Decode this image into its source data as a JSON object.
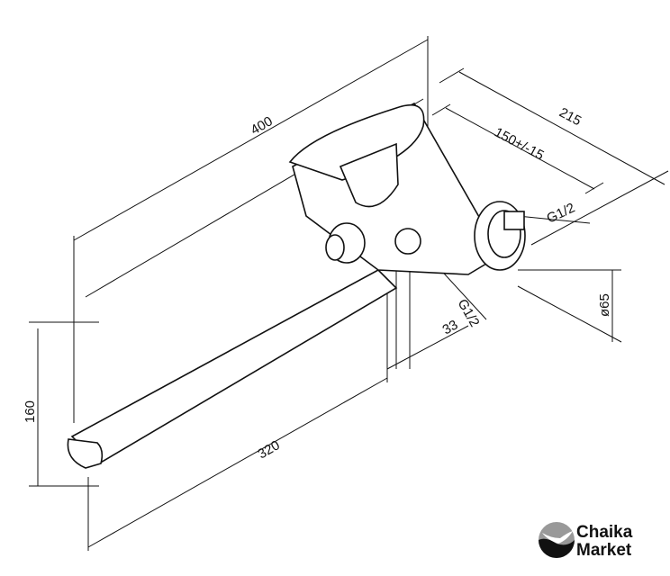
{
  "dimensions": {
    "overall_length": "400",
    "wall_projection": "215",
    "center_distance": "150+/-15",
    "inlet_thread": "G1/2",
    "flange_diameter": "ø65",
    "outlet_thread": "G1/2",
    "offset": "33",
    "spout_height": "160",
    "spout_length": "320"
  },
  "logo": {
    "line1": "Chaika",
    "line2": "Market"
  }
}
